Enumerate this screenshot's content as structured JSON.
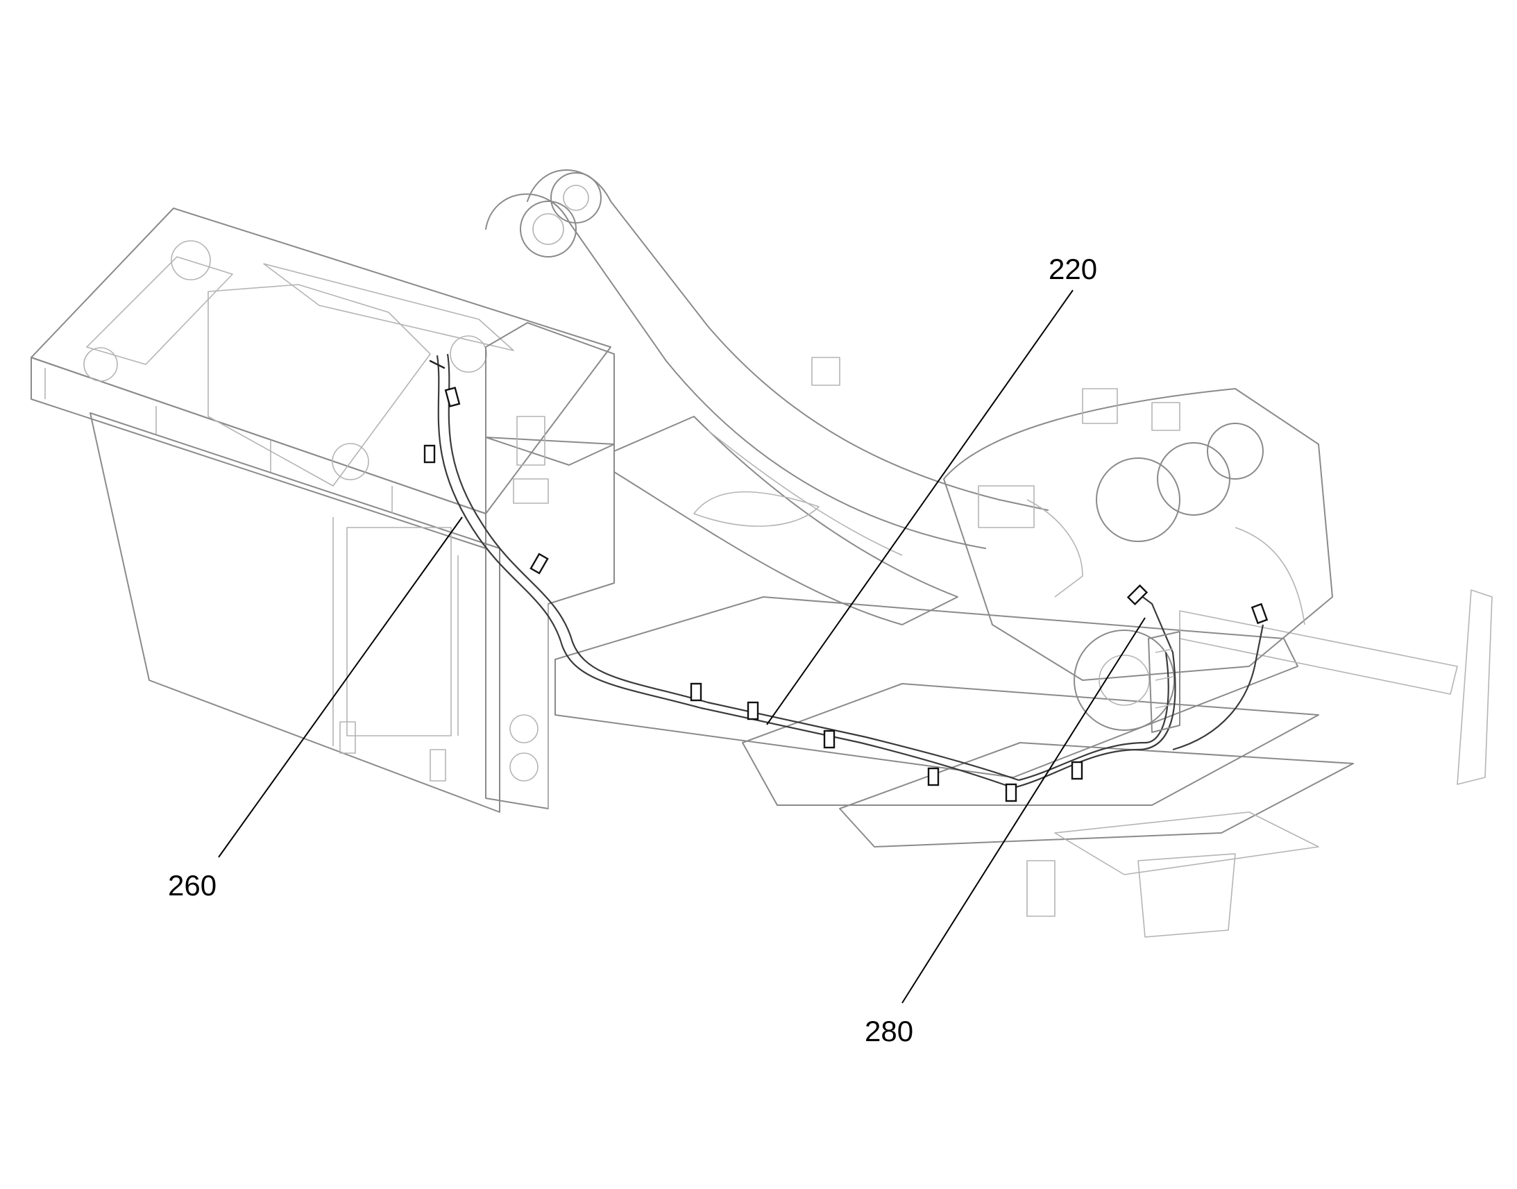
{
  "figure": {
    "reference_labels": [
      {
        "id": "ref-220",
        "text": "220"
      },
      {
        "id": "ref-260",
        "text": "260"
      },
      {
        "id": "ref-280",
        "text": "280"
      }
    ]
  }
}
